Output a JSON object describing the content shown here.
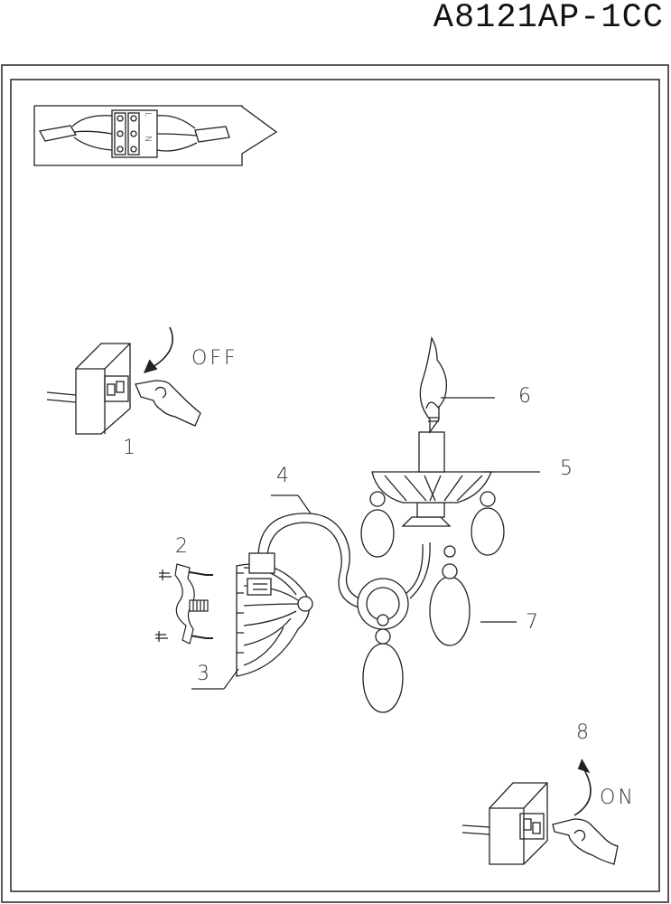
{
  "header": {
    "model_code": "A8121AP-1CC"
  },
  "callouts": {
    "n1": "1",
    "n2": "2",
    "n3": "3",
    "n4": "4",
    "n5": "5",
    "n6": "6",
    "n7": "7",
    "n8": "8"
  },
  "switch_off": {
    "label": "OFF"
  },
  "switch_on": {
    "label": "ON"
  },
  "terminal_block": {
    "l": "L",
    "n": "N"
  }
}
